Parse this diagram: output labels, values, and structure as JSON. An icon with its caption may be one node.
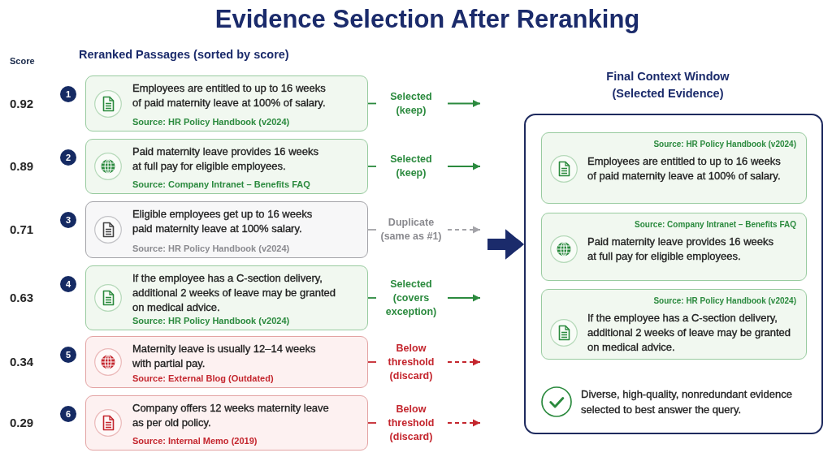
{
  "diagram": {
    "title": "Evidence Selection After Reranking",
    "nodes": [
      {
        "text": [
          "1"
        ],
        "beside": [
          "0.92"
        ]
      },
      {
        "text": [
          "Employees are entitled to up to 16 weeks of paid maternity leave at 100% of salary.",
          "Source: HR Policy Handbook (v2024)"
        ]
      },
      {
        "text": [
          "Selected (keep)"
        ]
      },
      {
        "text": [
          "2"
        ],
        "beside": [
          "0.89"
        ]
      },
      {
        "text": [
          "Paid maternity leave provides 16 weeks at full pay for eligible employees.",
          "Source: Company Intranet – Benefits FAQ"
        ]
      },
      {
        "text": [
          "Selected (keep)"
        ]
      },
      {
        "text": [
          "3"
        ],
        "beside": [
          "0.71"
        ]
      },
      {
        "text": [
          "Eligible employees get up to 16 weeks paid maternity leave at 100% salary.",
          "Source: HR Policy Handbook (v2024)"
        ]
      },
      {
        "text": [
          "Duplicate (same as #1)"
        ]
      },
      {
        "text": [
          "4"
        ],
        "beside": [
          "0.63"
        ]
      },
      {
        "text": [
          "If the employee has a C-section delivery, additional 2 weeks of leave may be granted on medical advice.",
          "Source: HR Policy Handbook (v2024)"
        ]
      },
      {
        "text": [
          "Selected (covers exception)"
        ]
      },
      {
        "text": [
          "5"
        ],
        "beside": [
          "0.34"
        ]
      },
      {
        "text": [
          "Maternity leave is usually 12–14 weeks with partial pay.",
          "Source: External Blog (Outdated)"
        ]
      },
      {
        "text": [
          "Below threshold (discard)"
        ]
      },
      {
        "text": [
          "6"
        ],
        "beside": [
          "0.29"
        ]
      },
      {
        "text": [
          "Company offers 12 weeks maternity leave as per old policy.",
          "Source: Internal Memo (2019)"
        ]
      },
      {
        "text": [
          "Below threshold (discard)"
        ]
      },
      {
        "text": [
          "Final Context Window (Selected Evidence)"
        ]
      },
      {
        "text": [
          "Source: HR Policy Handbook (v2024)",
          "Employees are entitled to up to 16 weeks of paid maternity leave at 100% of salary."
        ],
        "in": 18
      },
      {
        "text": [
          "Source: Company Intranet – Benefits FAQ",
          "Paid maternity leave provides 16 weeks at full pay for eligible employees."
        ],
        "in": 18
      },
      {
        "text": [
          "Source: HR Policy Handbook (v2024)",
          "If the employee has a C-section delivery, additional 2 weeks of leave may be granted on medical advice."
        ],
        "in": 18
      }
    ],
    "edges": [
      {
        "from": 1,
        "to": 2,
        "arrow": "none"
      },
      {
        "from": 2,
        "to": null,
        "arrow": "to"
      },
      {
        "from": 4,
        "to": 5,
        "arrow": "none"
      },
      {
        "from": 5,
        "to": null,
        "arrow": "to"
      },
      {
        "from": 7,
        "to": 8,
        "arrow": "none",
        "color": "#a3a3a8"
      },
      {
        "from": 8,
        "to": null,
        "arrow": "to",
        "style": "dashed",
        "color": "#a3a3a8"
      },
      {
        "from": 10,
        "to": 11,
        "arrow": "none"
      },
      {
        "from": 11,
        "to": null,
        "arrow": "to"
      },
      {
        "from": 13,
        "to": 14,
        "arrow": "none",
        "color": "#c4262e"
      },
      {
        "from": 14,
        "to": null,
        "arrow": "to",
        "style": "dashed",
        "color": "#c4262e"
      },
      {
        "from": 16,
        "to": 17,
        "arrow": "none",
        "color": "#c4262e"
      },
      {
        "from": 17,
        "to": null,
        "arrow": "to",
        "style": "dashed",
        "color": "#c4262e"
      },
      {
        "from": null,
        "to": 18,
        "arrow": "to",
        "style": "thick",
        "color": "#1b2b6b"
      }
    ],
    "labels": [
      "Score",
      "Reranked Passages (sorted by score)",
      "Diverse, high-quality, nonredundant evidence selected to best answer the query."
    ]
  }
}
